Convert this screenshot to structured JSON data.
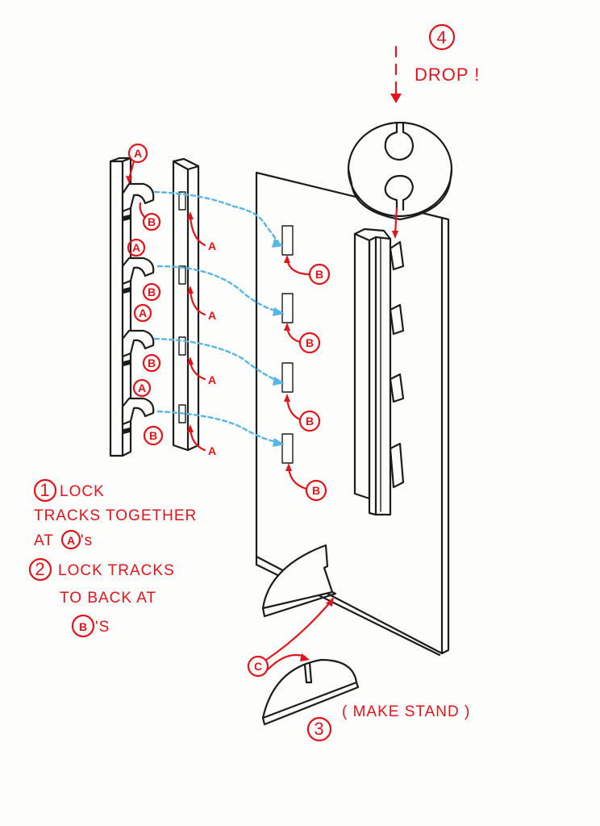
{
  "markers": {
    "a": "A",
    "b": "B",
    "c": "C"
  },
  "steps": {
    "s1": {
      "number": "1",
      "line1": "LOCK",
      "line2": "TRACKS TOGETHER",
      "line3_prefix": "AT",
      "line3_marker": "A",
      "line3_suffix": "'s"
    },
    "s2": {
      "number": "2",
      "line1": "LOCK TRACKS",
      "line2": "TO BACK AT",
      "line3_marker": "B",
      "line3_suffix": "'S"
    },
    "s3": {
      "number": "3",
      "text": "( MAKE STAND )"
    },
    "s4": {
      "number": "4",
      "text": "DROP !"
    }
  },
  "colors": {
    "ink": "#1c1c1c",
    "red_pen": "#e0141c",
    "blue_pencil": "#58b6e6",
    "paper": "#fdfdfb"
  }
}
